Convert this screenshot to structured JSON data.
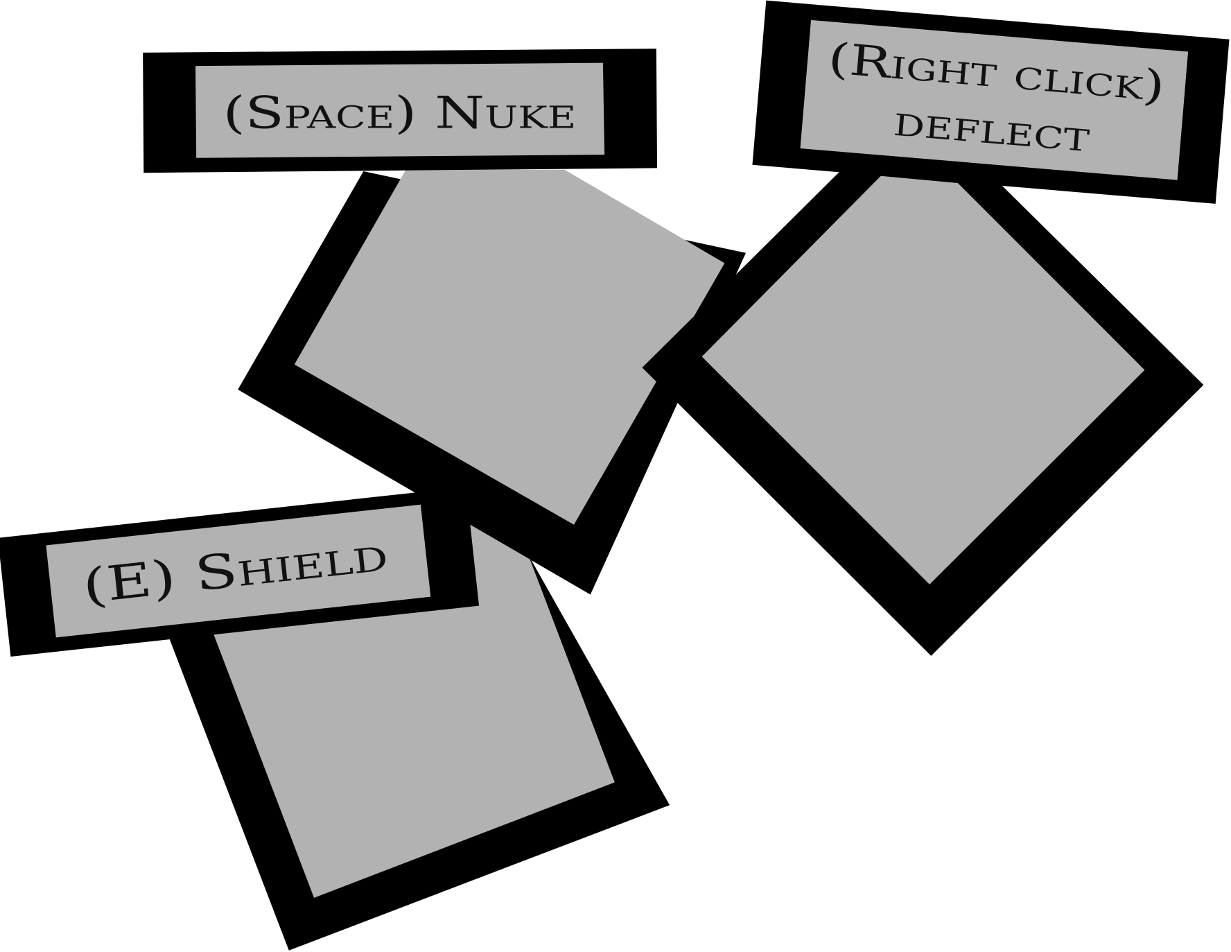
{
  "colors": {
    "frame": "#000000",
    "fill": "#b2b2b2",
    "background": "#ffffff",
    "text": "#111111"
  },
  "abilities": [
    {
      "name": "nuke",
      "label": "(Space) Nuke"
    },
    {
      "name": "deflect",
      "label_line1": "(Right click)",
      "label_line2": "deflect"
    },
    {
      "name": "shield",
      "label": "(E) Shield"
    }
  ]
}
